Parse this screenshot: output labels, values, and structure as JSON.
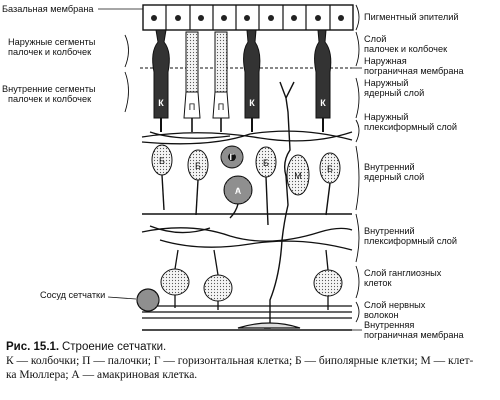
{
  "figure": {
    "left_labels": {
      "basal_membrane": "Базальная мембрана",
      "outer_segments": [
        "Наружные сегменты",
        "палочек и колбочек"
      ],
      "inner_segments": [
        "Внутренние сегменты",
        "палочек и колбочек"
      ],
      "retinal_vessel": "Сосуд сетчатки"
    },
    "right_labels": {
      "pigment_epithelium": "Пигментный эпителий",
      "rods_cones_layer": [
        "Слой",
        "палочек и колбочек"
      ],
      "outer_limiting_membrane": [
        "Наружная",
        "пограничная мембрана"
      ],
      "outer_nuclear_layer": [
        "Наружный",
        "ядерный слой"
      ],
      "outer_plexiform_layer": [
        "Наружный",
        "плексиформный слой"
      ],
      "inner_nuclear_layer": [
        "Внутренний",
        "ядерный слой"
      ],
      "inner_plexiform_layer": [
        "Внутренний",
        "плексиформный слой"
      ],
      "ganglion_layer": [
        "Слой ганглиозных",
        "клеток"
      ],
      "nerve_fiber_layer": [
        "Слой нервных",
        "волокон"
      ],
      "inner_limiting_membrane": [
        "Внутренняя",
        "пограничная мембрана"
      ]
    },
    "cell_marks": {
      "cone": "К",
      "rod": "П",
      "horizontal": "Г",
      "bipolar": "Б",
      "muller": "М",
      "amacrine": "А"
    }
  },
  "caption": {
    "number": "Рис. 15.1.",
    "title": "Строение сетчатки.",
    "legend_line1": "К — колбочки; П — палочки; Г — горизонтальная клетка; Б — биполярные клетки; М — клет-",
    "legend_line2": "ка Мюллера; А — амакриновая клетка."
  }
}
